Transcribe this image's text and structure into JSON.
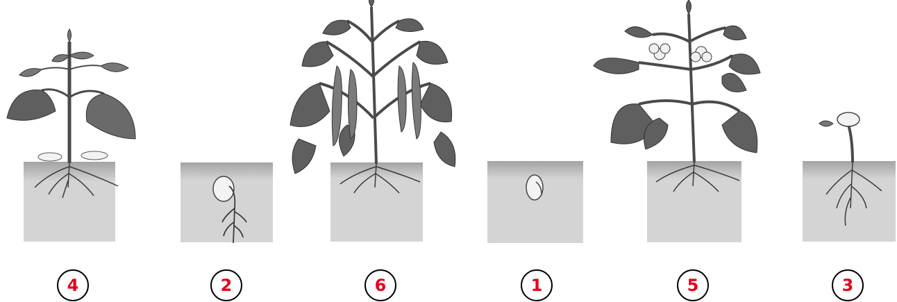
{
  "colors": {
    "soil_top": "#a3a3a3",
    "soil_body": "#d4d4d4",
    "leaf_fill": "#5f5f5f",
    "leaf_fill_light": "#8a8a8a",
    "stem": "#4a4a4a",
    "root": "#3a3a3a",
    "seed": "#f3f3f3",
    "flower": "#f0f0f0",
    "label_text": "#e8001c",
    "label_border": "#000000"
  },
  "stages": [
    {
      "id": "panel-a",
      "number": "4",
      "depicts": "young-plant-with-leaves"
    },
    {
      "id": "panel-b",
      "number": "2",
      "depicts": "sprouting-seed"
    },
    {
      "id": "panel-c",
      "number": "6",
      "depicts": "mature-plant-with-pods"
    },
    {
      "id": "panel-d",
      "number": "1",
      "depicts": "seed-in-soil"
    },
    {
      "id": "panel-e",
      "number": "5",
      "depicts": "flowering-plant"
    },
    {
      "id": "panel-f",
      "number": "3",
      "depicts": "seedling"
    }
  ]
}
